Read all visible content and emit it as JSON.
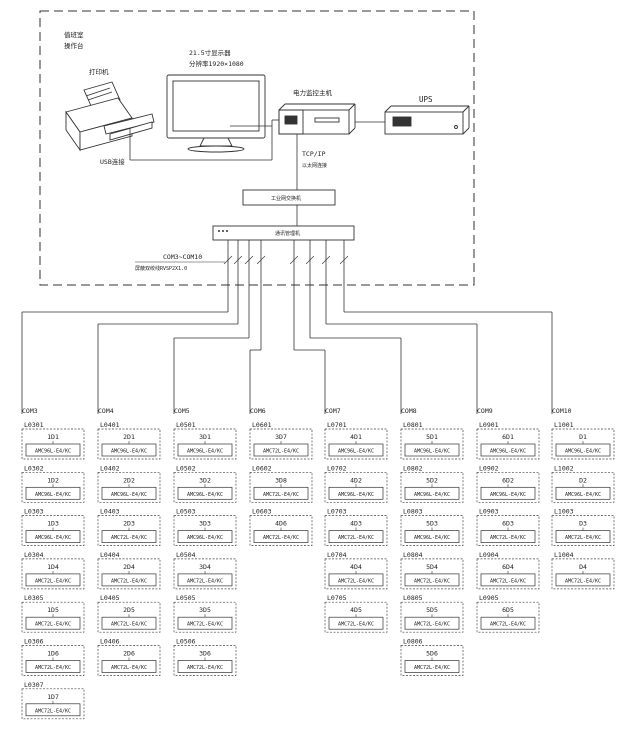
{
  "room": {
    "title_line1": "值班室",
    "title_line2": "操作台"
  },
  "devices": {
    "printer": "打印机",
    "usb": "USB连接",
    "monitor_line1": "21.5寸显示器",
    "monitor_line2": "分辨率1920×1080",
    "host": "电力监控主机",
    "ups": "UPS",
    "tcpip": "TCP/IP",
    "eth": "以太网连接",
    "switch": "工业网交换机",
    "server": "通讯管理机",
    "com_range": "COM3~COM10",
    "cable": "屏蔽双绞线RVSP2X1.0"
  },
  "columns": [
    {
      "com": "COM3",
      "rows": [
        {
          "l": "L0301",
          "id": "1D1",
          "m": "AMC96L-E4/KC"
        },
        {
          "l": "L0302",
          "id": "1D2",
          "m": "AMC96L-E4/KC"
        },
        {
          "l": "L0303",
          "id": "1D3",
          "m": "AMC96L-E4/KC"
        },
        {
          "l": "L0304",
          "id": "1D4",
          "m": "AMC72L-E4/KC"
        },
        {
          "l": "L0305",
          "id": "1D5",
          "m": "AMC72L-E4/KC"
        },
        {
          "l": "L0306",
          "id": "1D6",
          "m": "AMC72L-E4/KC"
        },
        {
          "l": "L0307",
          "id": "1D7",
          "m": "AMC72L-E4/KC"
        }
      ]
    },
    {
      "com": "COM4",
      "rows": [
        {
          "l": "L0401",
          "id": "2D1",
          "m": "AMC96L-E4/KC"
        },
        {
          "l": "L0402",
          "id": "2D2",
          "m": "AMC96L-E4/KC"
        },
        {
          "l": "L0403",
          "id": "2D3",
          "m": "AMC72L-E4/KC"
        },
        {
          "l": "L0404",
          "id": "2D4",
          "m": "AMC72L-E4/KC"
        },
        {
          "l": "L0405",
          "id": "2D5",
          "m": "AMC72L-E4/KC"
        },
        {
          "l": "L0406",
          "id": "2D6",
          "m": "AMC72L-E4/KC"
        }
      ]
    },
    {
      "com": "COM5",
      "rows": [
        {
          "l": "L0501",
          "id": "3D1",
          "m": "AMC96L-E4/KC"
        },
        {
          "l": "L0502",
          "id": "3D2",
          "m": "AMC96L-E4/KC"
        },
        {
          "l": "L0503",
          "id": "3D3",
          "m": "AMC96L-E4/KC"
        },
        {
          "l": "L0504",
          "id": "3D4",
          "m": "AMC72L-E4/KC"
        },
        {
          "l": "L0505",
          "id": "3D5",
          "m": "AMC72L-E4/KC"
        },
        {
          "l": "L0506",
          "id": "3D6",
          "m": "AMC72L-E4/KC"
        }
      ]
    },
    {
      "com": "COM6",
      "rows": [
        {
          "l": "L0601",
          "id": "3D7",
          "m": "AMC72L-E4/KC"
        },
        {
          "l": "L0602",
          "id": "3D8",
          "m": "AMC72L-E4/KC"
        },
        {
          "l": "L0603",
          "id": "4D6",
          "m": "AMC72L-E4/KC"
        }
      ]
    },
    {
      "com": "COM7",
      "rows": [
        {
          "l": "L0701",
          "id": "4D1",
          "m": "AMC96L-E4/KC"
        },
        {
          "l": "L0702",
          "id": "4D2",
          "m": "AMC96L-E4/KC"
        },
        {
          "l": "L0703",
          "id": "4D3",
          "m": "AMC72L-E4/KC"
        },
        {
          "l": "L0704",
          "id": "4D4",
          "m": "AMC72L-E4/KC"
        },
        {
          "l": "L0705",
          "id": "4D5",
          "m": "AMC72L-E4/KC"
        }
      ]
    },
    {
      "com": "COM8",
      "rows": [
        {
          "l": "L0801",
          "id": "5D1",
          "m": "AMC96L-E4/KC"
        },
        {
          "l": "L0802",
          "id": "5D2",
          "m": "AMC96L-E4/KC"
        },
        {
          "l": "L0803",
          "id": "5D3",
          "m": "AMC96L-E4/KC"
        },
        {
          "l": "L0804",
          "id": "5D4",
          "m": "AMC72L-E4/KC"
        },
        {
          "l": "L0805",
          "id": "5D5",
          "m": "AMC72L-E4/KC"
        },
        {
          "l": "L0806",
          "id": "5D6",
          "m": "AMC72L-E4/KC"
        }
      ]
    },
    {
      "com": "COM9",
      "rows": [
        {
          "l": "L0901",
          "id": "6D1",
          "m": "AMC96L-E4/KC"
        },
        {
          "l": "L0902",
          "id": "6D2",
          "m": "AMC96L-E4/KC"
        },
        {
          "l": "L0903",
          "id": "6D3",
          "m": "AMC72L-E4/KC"
        },
        {
          "l": "L0904",
          "id": "6D4",
          "m": "AMC72L-E4/KC"
        },
        {
          "l": "L0905",
          "id": "6D5",
          "m": "AMC72L-E4/KC"
        }
      ]
    },
    {
      "com": "COM10",
      "rows": [
        {
          "l": "L1001",
          "id": "D1",
          "m": "AMC96L-E4/KC"
        },
        {
          "l": "L1002",
          "id": "D2",
          "m": "AMC96L-E4/KC"
        },
        {
          "l": "L1003",
          "id": "D3",
          "m": "AMC72L-E4/KC"
        },
        {
          "l": "L1004",
          "id": "D4",
          "m": "AMC72L-E4/KC"
        }
      ]
    }
  ]
}
